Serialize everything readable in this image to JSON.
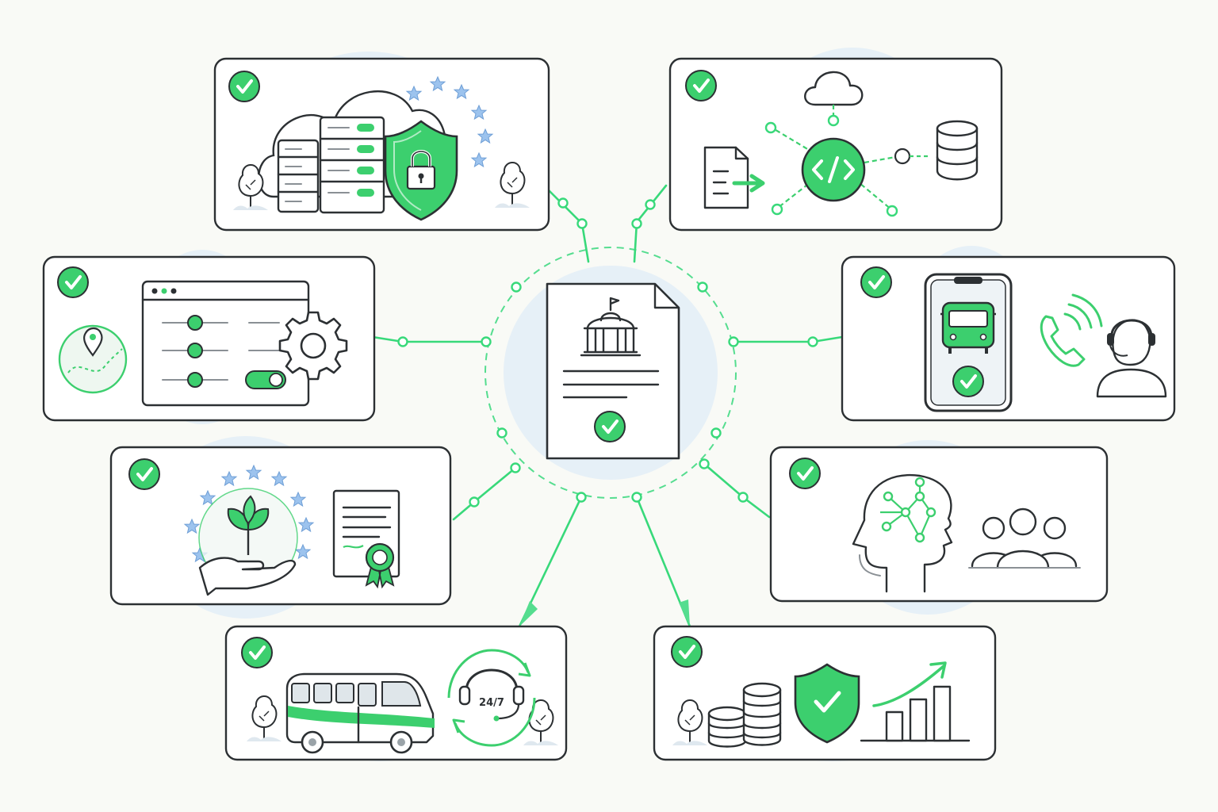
{
  "colors": {
    "accent_green": "#3ccf6e",
    "ink": "#2c3033",
    "soft_blue": "#e6f0f7",
    "star_blue": "#8fb8e8",
    "background": "#f9faf6"
  },
  "hub": {
    "icons": [
      "government-building-icon",
      "document-icon",
      "check-icon"
    ]
  },
  "cards": [
    {
      "id": "cloud-security",
      "icons": [
        "check-icon",
        "cloud-icon",
        "server-rack-icon",
        "padlock-shield-icon",
        "eu-stars-icon",
        "tree-icon"
      ]
    },
    {
      "id": "api-integration",
      "icons": [
        "check-icon",
        "cloud-icon",
        "code-icon",
        "database-icon",
        "document-icon",
        "arrow-right-icon"
      ]
    },
    {
      "id": "configuration",
      "icons": [
        "check-icon",
        "map-pin-icon",
        "browser-window-icon",
        "slider-icon",
        "toggle-icon",
        "gear-icon"
      ]
    },
    {
      "id": "mobile-support",
      "icons": [
        "check-icon",
        "smartphone-icon",
        "bus-icon",
        "phone-icon",
        "support-agent-icon"
      ]
    },
    {
      "id": "sustainability",
      "icons": [
        "check-icon",
        "plant-in-hand-icon",
        "eu-stars-icon",
        "certificate-icon",
        "award-ribbon-icon"
      ]
    },
    {
      "id": "ai-people",
      "icons": [
        "check-icon",
        "ai-brain-head-icon",
        "people-group-icon"
      ]
    },
    {
      "id": "transport-247",
      "icons": [
        "check-icon",
        "minibus-icon",
        "headset-icon",
        "refresh-arrows-icon",
        "tree-icon"
      ],
      "support_label": "24/7"
    },
    {
      "id": "finance-growth",
      "icons": [
        "check-icon",
        "coin-stack-icon",
        "shield-check-icon",
        "bar-chart-growth-icon",
        "tree-icon"
      ]
    }
  ]
}
